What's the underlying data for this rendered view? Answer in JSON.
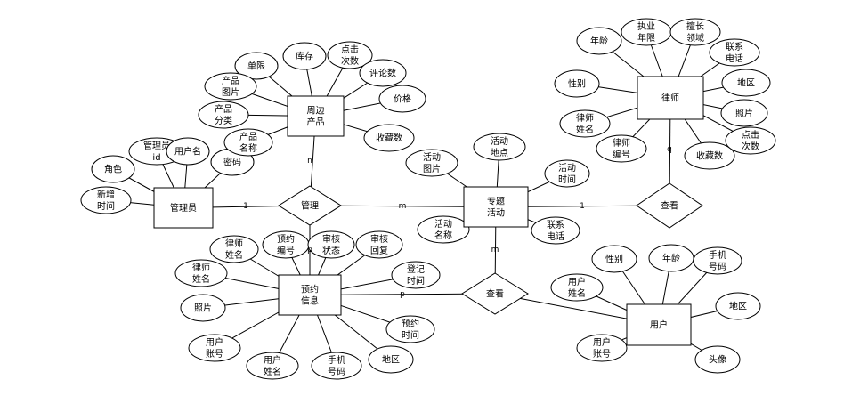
{
  "entities": [
    {
      "id": "admin",
      "label": "管理员"
    },
    {
      "id": "product",
      "label": "周边产品"
    },
    {
      "id": "activity",
      "label": "专题活动"
    },
    {
      "id": "lawyer",
      "label": "律师"
    },
    {
      "id": "booking",
      "label": "预约信息"
    },
    {
      "id": "user",
      "label": "用户"
    }
  ],
  "relationships": [
    {
      "id": "r_manage",
      "label": "管理"
    },
    {
      "id": "r_view_lawyer",
      "label": "查看"
    },
    {
      "id": "r_view_activity",
      "label": "查看"
    }
  ],
  "attributes": [
    {
      "id": "a_admin_1",
      "label": "管理员id",
      "of": "admin"
    },
    {
      "id": "a_admin_2",
      "label": "用户名",
      "of": "admin"
    },
    {
      "id": "a_admin_3",
      "label": "角色",
      "of": "admin"
    },
    {
      "id": "a_admin_4",
      "label": "密码",
      "of": "admin"
    },
    {
      "id": "a_admin_5",
      "label": "新增时间",
      "of": "admin"
    },
    {
      "id": "a_prod_1",
      "label": "单限",
      "of": "product"
    },
    {
      "id": "a_prod_2",
      "label": "库存",
      "of": "product"
    },
    {
      "id": "a_prod_3",
      "label": "点击次数",
      "of": "product"
    },
    {
      "id": "a_prod_4",
      "label": "评论数",
      "of": "product"
    },
    {
      "id": "a_prod_5",
      "label": "产品图片",
      "of": "product"
    },
    {
      "id": "a_prod_6",
      "label": "价格",
      "of": "product"
    },
    {
      "id": "a_prod_7",
      "label": "产品分类",
      "of": "product"
    },
    {
      "id": "a_prod_8",
      "label": "产品名称",
      "of": "product"
    },
    {
      "id": "a_prod_9",
      "label": "收藏数",
      "of": "product"
    },
    {
      "id": "a_act_1",
      "label": "活动地点",
      "of": "activity"
    },
    {
      "id": "a_act_2",
      "label": "活动图片",
      "of": "activity"
    },
    {
      "id": "a_act_3",
      "label": "活动时间",
      "of": "activity"
    },
    {
      "id": "a_act_4",
      "label": "活动名称",
      "of": "activity"
    },
    {
      "id": "a_act_5",
      "label": "联系电话",
      "of": "activity"
    },
    {
      "id": "a_law_1",
      "label": "年龄",
      "of": "lawyer"
    },
    {
      "id": "a_law_2",
      "label": "执业年限",
      "of": "lawyer"
    },
    {
      "id": "a_law_3",
      "label": "擅长领域",
      "of": "lawyer"
    },
    {
      "id": "a_law_4",
      "label": "联系电话",
      "of": "lawyer"
    },
    {
      "id": "a_law_5",
      "label": "性别",
      "of": "lawyer"
    },
    {
      "id": "a_law_6",
      "label": "地区",
      "of": "lawyer"
    },
    {
      "id": "a_law_7",
      "label": "律师姓名",
      "of": "lawyer"
    },
    {
      "id": "a_law_8",
      "label": "照片",
      "of": "lawyer"
    },
    {
      "id": "a_law_9",
      "label": "律师编号",
      "of": "lawyer"
    },
    {
      "id": "a_law_10",
      "label": "收藏数",
      "of": "lawyer"
    },
    {
      "id": "a_law_11",
      "label": "点击次数",
      "of": "lawyer"
    },
    {
      "id": "a_book_1",
      "label": "律师姓名",
      "of": "booking"
    },
    {
      "id": "a_book_2",
      "label": "预约编号",
      "of": "booking"
    },
    {
      "id": "a_book_3",
      "label": "审核状态",
      "of": "booking"
    },
    {
      "id": "a_book_4",
      "label": "审核回复",
      "of": "booking"
    },
    {
      "id": "a_book_5",
      "label": "律师姓名",
      "of": "booking"
    },
    {
      "id": "a_book_6",
      "label": "登记时间",
      "of": "booking"
    },
    {
      "id": "a_book_7",
      "label": "照片",
      "of": "booking"
    },
    {
      "id": "a_book_8",
      "label": "预约时间",
      "of": "booking"
    },
    {
      "id": "a_book_9",
      "label": "用户账号",
      "of": "booking"
    },
    {
      "id": "a_book_10",
      "label": "用户姓名",
      "of": "booking"
    },
    {
      "id": "a_book_11",
      "label": "手机号码",
      "of": "booking"
    },
    {
      "id": "a_book_12",
      "label": "地区",
      "of": "booking"
    },
    {
      "id": "a_user_1",
      "label": "性别",
      "of": "user"
    },
    {
      "id": "a_user_2",
      "label": "年龄",
      "of": "user"
    },
    {
      "id": "a_user_3",
      "label": "手机号码",
      "of": "user"
    },
    {
      "id": "a_user_4",
      "label": "用户姓名",
      "of": "user"
    },
    {
      "id": "a_user_5",
      "label": "地区",
      "of": "user"
    },
    {
      "id": "a_user_6",
      "label": "用户账号",
      "of": "user"
    },
    {
      "id": "a_user_7",
      "label": "头像",
      "of": "user"
    }
  ],
  "links": [
    {
      "from": "admin",
      "to": "r_manage",
      "card": "1"
    },
    {
      "from": "r_manage",
      "to": "product",
      "card": "n"
    },
    {
      "from": "r_manage",
      "to": "activity",
      "card": "m"
    },
    {
      "from": "r_manage",
      "to": "booking",
      "card": "p"
    },
    {
      "from": "activity",
      "to": "r_view_lawyer",
      "card": "1"
    },
    {
      "from": "r_view_lawyer",
      "to": "lawyer",
      "card": "q"
    },
    {
      "from": "activity",
      "to": "r_view_activity",
      "card": "m"
    },
    {
      "from": "booking",
      "to": "r_view_activity",
      "card": "p"
    },
    {
      "from": "r_view_activity",
      "to": "user",
      "card": ""
    }
  ]
}
